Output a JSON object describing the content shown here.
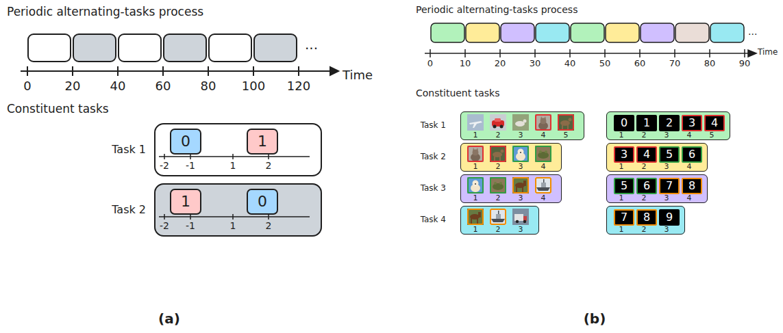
{
  "diagram": {
    "nodes": [
      {
        "text": [
          "Task 1"
        ]
      },
      {
        "text": [
          "0"
        ],
        "in": 0
      },
      {
        "text": [
          "1"
        ],
        "in": 0
      },
      {
        "text": [
          "Task 2"
        ]
      },
      {
        "text": [
          "1"
        ],
        "in": 3
      },
      {
        "text": [
          "0"
        ],
        "in": 3
      },
      {
        "text": [
          "Task 1"
        ]
      },
      {
        "text": []
      },
      {
        "text": [
          "0"
        ],
        "in": 7
      },
      {
        "text": [
          "1"
        ],
        "in": 7
      },
      {
        "text": [
          "2"
        ],
        "in": 7
      },
      {
        "text": [
          "3"
        ],
        "in": 7
      },
      {
        "text": [
          "4"
        ],
        "in": 7
      },
      {
        "text": [
          "Task 2"
        ]
      },
      {
        "text": []
      },
      {
        "text": [
          "3"
        ],
        "in": 14
      },
      {
        "text": [
          "4"
        ],
        "in": 14
      },
      {
        "text": [
          "5"
        ],
        "in": 14
      },
      {
        "text": [
          "6"
        ],
        "in": 14
      },
      {
        "text": [
          "Task 3"
        ]
      },
      {
        "text": []
      },
      {
        "text": [
          "5"
        ],
        "in": 20
      },
      {
        "text": [
          "6"
        ],
        "in": 20
      },
      {
        "text": [
          "7"
        ],
        "in": 20
      },
      {
        "text": [
          "8"
        ],
        "in": 20
      },
      {
        "text": [
          "Task 4"
        ]
      },
      {
        "text": []
      },
      {
        "text": [
          "7"
        ],
        "in": 26
      },
      {
        "text": [
          "8"
        ],
        "in": 26
      },
      {
        "text": [
          "9"
        ],
        "in": 26
      }
    ],
    "labels": [
      "Periodic alternating-tasks process",
      "...",
      "0",
      "20",
      "40",
      "60",
      "80",
      "100",
      "120",
      "Time",
      "Constituent tasks",
      "-2",
      "-1",
      "1",
      "2",
      "-2",
      "-1",
      "1",
      "2",
      "(a)",
      "Periodic alternating-tasks process",
      "...",
      "0",
      "10",
      "20",
      "30",
      "40",
      "50",
      "60",
      "70",
      "80",
      "90",
      "Time",
      "Constituent tasks",
      "1",
      "2",
      "3",
      "4",
      "5",
      "1",
      "2",
      "3",
      "4",
      "5",
      "1",
      "2",
      "3",
      "4",
      "1",
      "2",
      "3",
      "4",
      "1",
      "2",
      "3",
      "4",
      "1",
      "2",
      "3",
      "4",
      "1",
      "2",
      "3",
      "1",
      "2",
      "3",
      "(b)"
    ]
  }
}
